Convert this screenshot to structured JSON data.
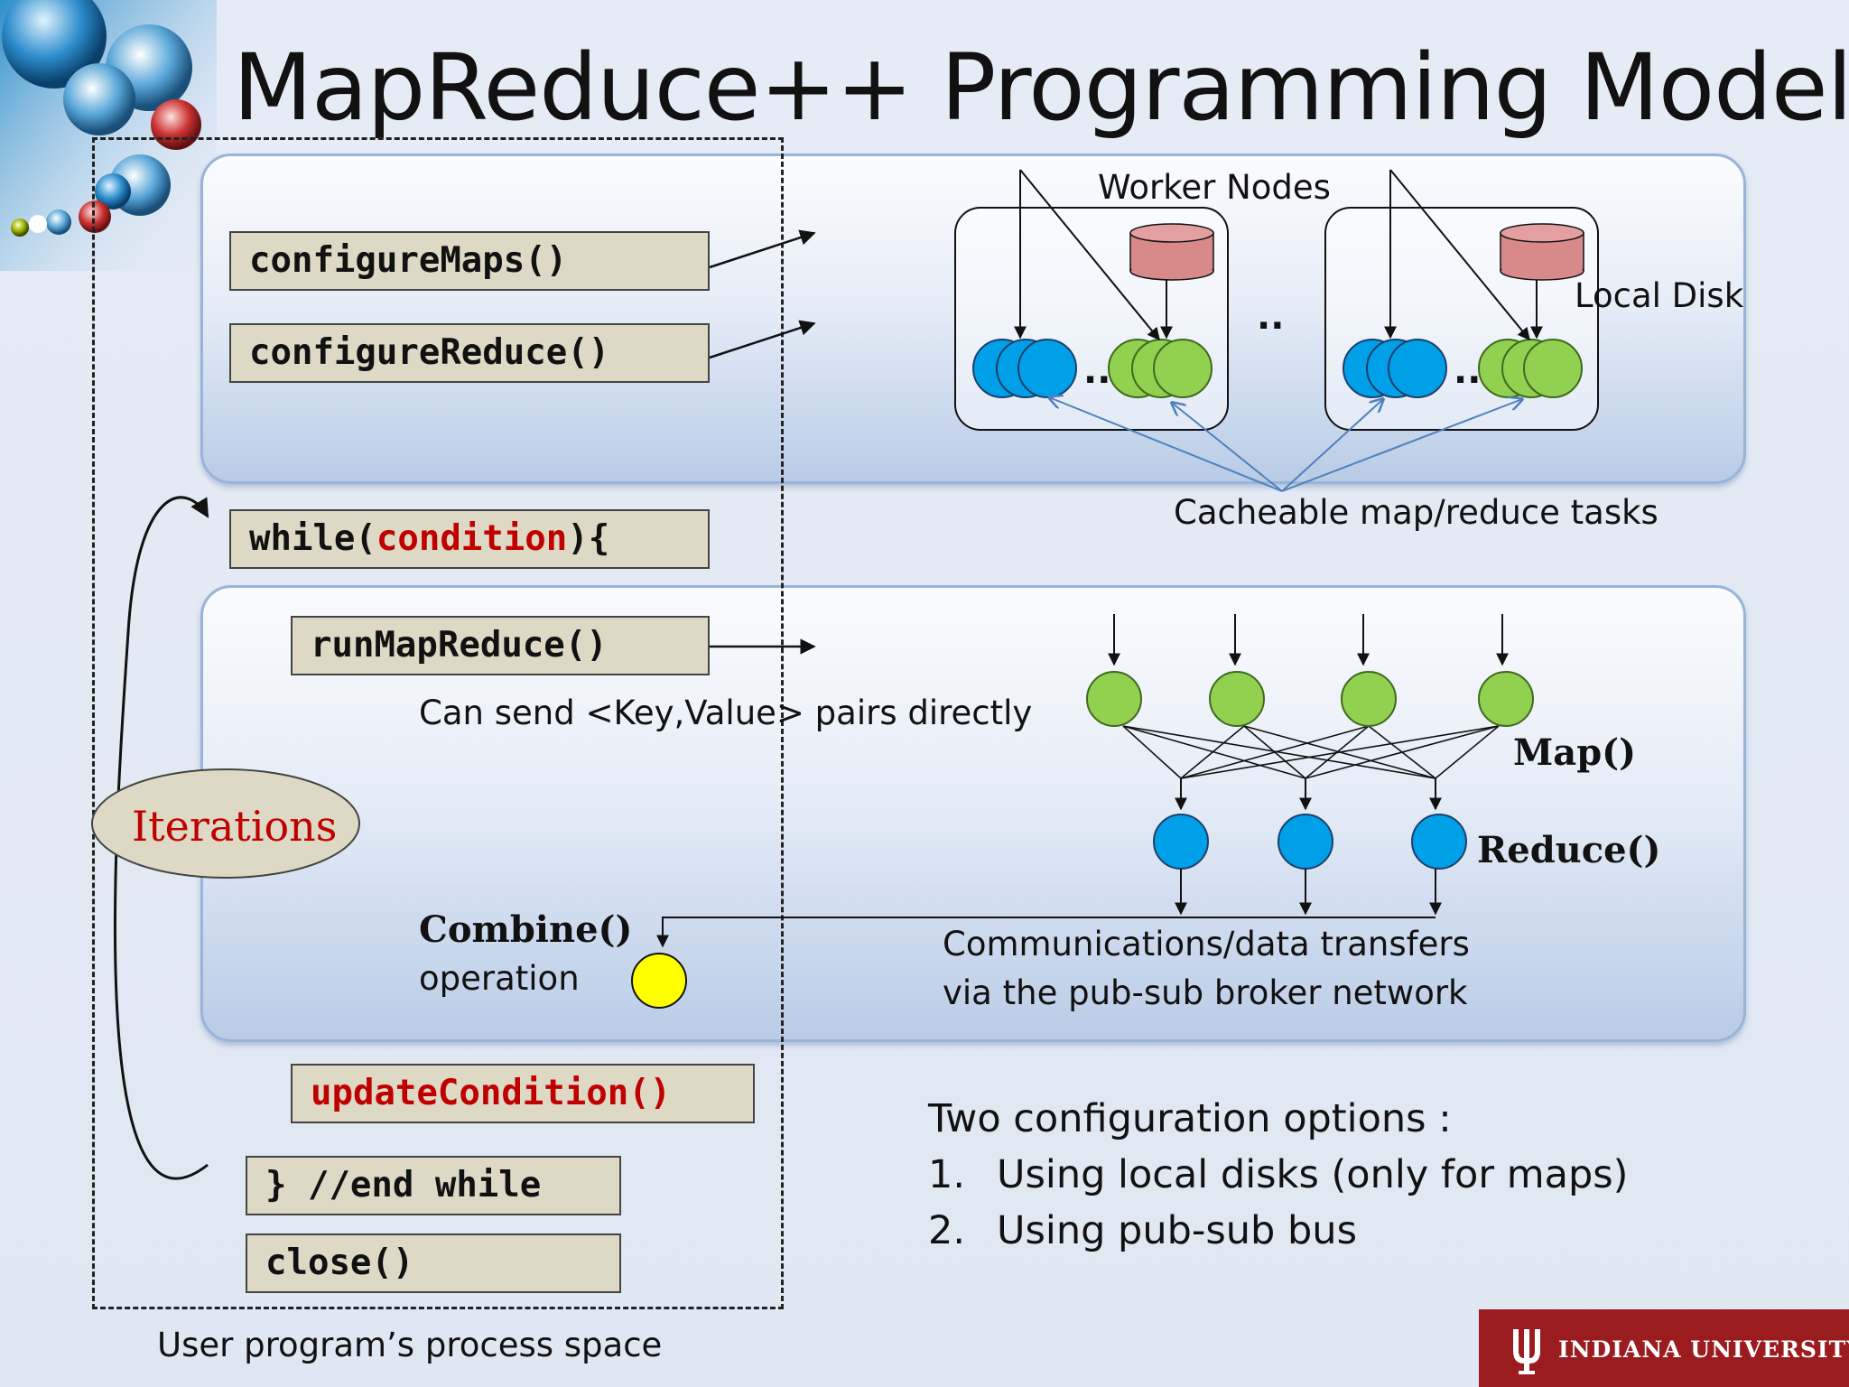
{
  "slide": {
    "title": "MapReduce++ Programming Model",
    "footer_label": "User program’s process space",
    "iterations_label": "Iterations"
  },
  "code_blocks": {
    "configure_maps": "configureMaps()",
    "configure_reduce": "configureReduce()",
    "while_prefix": "while(",
    "while_condition": "condition",
    "while_suffix": "){",
    "run_map_reduce": "runMapReduce()",
    "update_condition": "updateCondition()",
    "end_while": "} //end while",
    "close": "close()"
  },
  "worker_diagram": {
    "worker_nodes_label": "Worker Nodes",
    "local_disk_label": "Local Disk",
    "cacheable_label": "Cacheable map/reduce tasks",
    "ellipsis": "..",
    "colors": {
      "map": "#92d050",
      "reduce": "#00a0e8",
      "disk": "#d88a8a",
      "combine": "#ffff00"
    }
  },
  "mapreduce_diagram": {
    "send_pairs_label": "Can send <Key,Value> pairs directly",
    "map_label": "Map()",
    "reduce_label": "Reduce()",
    "combine_label": "Combine()",
    "combine_sub": "operation",
    "comm_line1": "Communications/data transfers",
    "comm_line2": "via the pub-sub broker network"
  },
  "options": {
    "heading": "Two configuration options :",
    "items": [
      {
        "num": "1.",
        "text": "Using local disks (only for maps)"
      },
      {
        "num": "2.",
        "text": "Using pub-sub bus"
      }
    ]
  },
  "branding": {
    "university": "INDIANA UNIVERSITY",
    "color": "#9a1c1f"
  }
}
